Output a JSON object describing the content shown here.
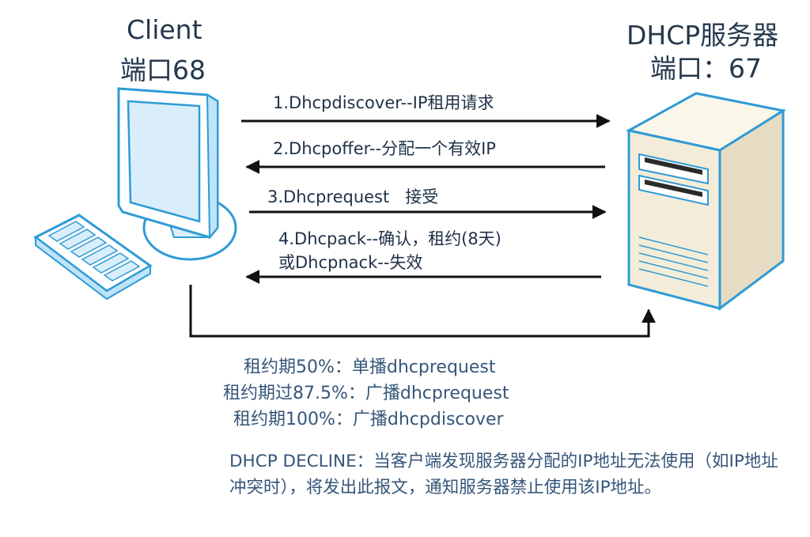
{
  "client": {
    "title": "Client",
    "port": "端口68"
  },
  "server": {
    "title": "DHCP服务器",
    "port": "端口：67"
  },
  "messages": [
    {
      "label": "1.Dhcpdiscover--IP租用请求",
      "direction": "to-server"
    },
    {
      "label": "2.Dhcpoffer--分配一个有效IP",
      "direction": "to-client"
    },
    {
      "label": "3.Dhcprequest   接受",
      "direction": "to-server"
    },
    {
      "label": "4.Dhcpack--确认，租约(8天)",
      "label2": "或Dhcpnack--失效",
      "direction": "to-client"
    }
  ],
  "lease": {
    "line1": "租约期50%：单播dhcprequest",
    "line2": "租约期过87.5%：广播dhcprequest",
    "line3": "租约期100%：广播dhcpdiscover"
  },
  "note": "DHCP DECLINE：当客户端发现服务器分配的IP地址无法使用（如IP地址冲突时），将发出此报文，通知服务器禁止使用该IP地址。",
  "colors": {
    "outline": "#2e9bd6",
    "fill_light": "#d9eefa",
    "server_fill": "#f3ecd9",
    "arrow": "#111111"
  },
  "icons": {
    "client": "computer-icon",
    "keyboard": "keyboard-icon",
    "server": "server-icon"
  }
}
